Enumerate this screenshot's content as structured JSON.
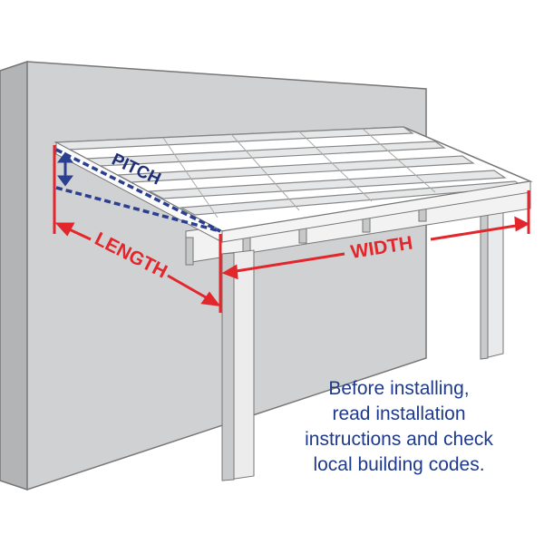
{
  "labels": {
    "pitch": "PITCH",
    "length": "LENGTH",
    "width": "WIDTH"
  },
  "note": {
    "lines": [
      "Before installing,",
      "read installation",
      "instructions and check",
      "local building codes."
    ]
  },
  "colors": {
    "measure": "#e3262b",
    "pitch": "#2a3f8f",
    "note": "#1f3a8a",
    "wall": "#d0d1d3"
  }
}
